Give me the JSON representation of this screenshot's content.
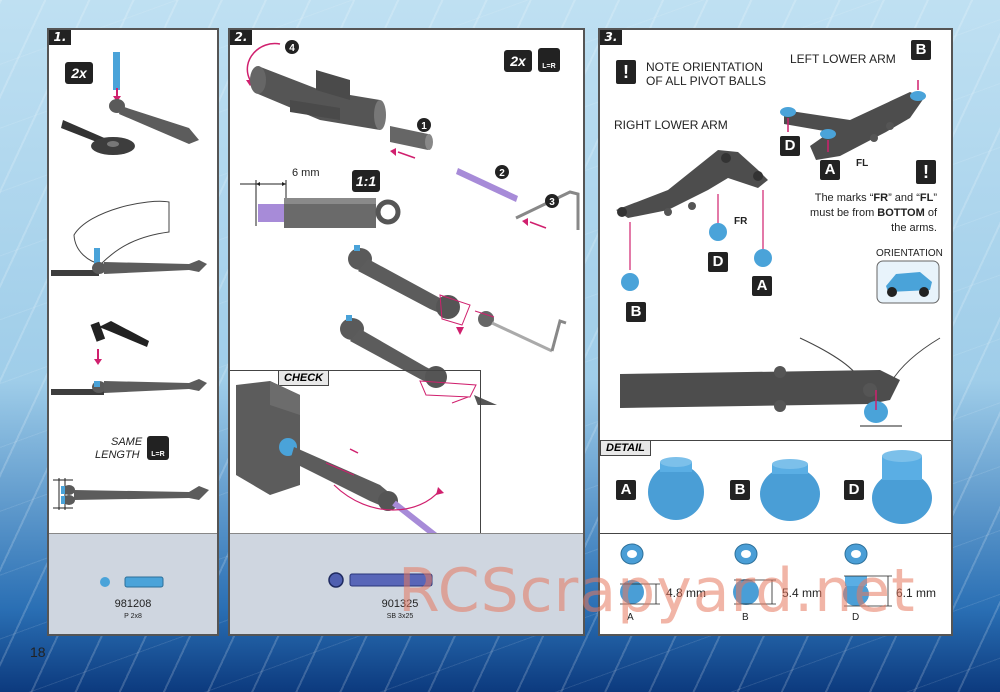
{
  "page_number": "18",
  "watermark": "RCScrapyard.net",
  "step1": {
    "badge": "1.",
    "multiplier": "2x",
    "same_length_line1": "SAME",
    "same_length_line2": "LENGTH",
    "lr_label": "L=R",
    "part_number": "981208",
    "part_desc": "P 2x8"
  },
  "step2": {
    "badge": "2.",
    "multiplier": "2x",
    "lr_label": "L=R",
    "measure": "6 mm",
    "scale": "1:1",
    "check_label": "CHECK",
    "num1": "1",
    "num2": "2",
    "num3": "3",
    "num4": "4",
    "part_number": "901325",
    "part_desc": "SB 3x25"
  },
  "step3": {
    "badge": "3.",
    "note_line1": "NOTE ORIENTATION",
    "note_line2": "OF ALL PIVOT BALLS",
    "left_lower_arm": "LEFT LOWER ARM",
    "right_lower_arm": "RIGHT LOWER ARM",
    "marks_text_1": "The marks “",
    "marks_fr": "FR",
    "marks_text_2": "” and “",
    "marks_fl": "FL",
    "marks_text_3": "”",
    "marks_line2a": "must be from ",
    "marks_bottom": "BOTTOM",
    "marks_line2b": " of",
    "marks_line3": "the arms.",
    "orientation_label": "ORIENTATION",
    "fr_mark": "FR",
    "fl_mark": "FL",
    "detail_label": "DETAIL",
    "ball_a": "A",
    "ball_b": "B",
    "ball_d": "D",
    "dim_a": "4.8 mm",
    "dim_b": "5.4 mm",
    "dim_d": "6.1 mm"
  },
  "colors": {
    "accent_blue": "#4aa3d9",
    "arrow_magenta": "#d0206e",
    "pin_purple": "#a78bd8",
    "part_grey": "#4d4d4d"
  }
}
